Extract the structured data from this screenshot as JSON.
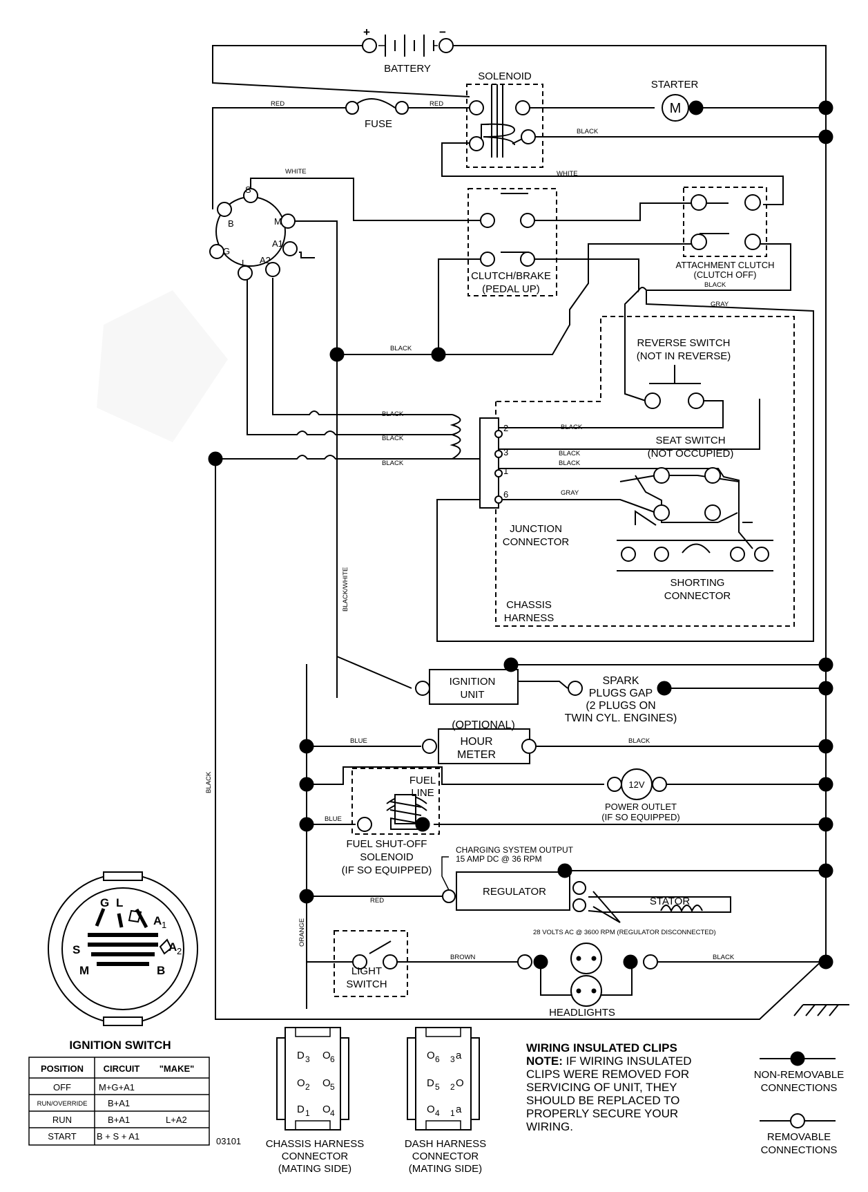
{
  "components": {
    "battery": "BATTERY",
    "battery_plus": "+",
    "battery_minus": "−",
    "solenoid": "SOLENOID",
    "starter": "STARTER",
    "starter_symbol": "M",
    "fuse": "FUSE",
    "clutch_brake": [
      "CLUTCH/BRAKE",
      "(PEDAL UP)"
    ],
    "attachment_clutch": [
      "ATTACHMENT CLUTCH",
      "(CLUTCH OFF)"
    ],
    "reverse_switch": [
      "REVERSE SWITCH",
      "(NOT IN REVERSE)"
    ],
    "seat_switch": [
      "SEAT SWITCH",
      "(NOT OCCUPIED)"
    ],
    "junction_connector": [
      "JUNCTION",
      "CONNECTOR"
    ],
    "junction_pins": [
      "2",
      "3",
      "1",
      "6"
    ],
    "shorting_connector": [
      "SHORTING",
      "CONNECTOR"
    ],
    "chassis_harness": [
      "CHASSIS",
      "HARNESS"
    ],
    "ignition_unit": [
      "IGNITION",
      "UNIT"
    ],
    "spark_plugs": [
      "SPARK",
      "PLUGS GAP",
      "(2 PLUGS ON",
      "TWIN CYL. ENGINES)"
    ],
    "hour_meter": [
      "(OPTIONAL)",
      "HOUR",
      "METER"
    ],
    "fuel_line": [
      "FUEL",
      "LINE"
    ],
    "power_outlet": [
      "POWER OUTLET",
      "(IF SO EQUIPPED)"
    ],
    "power_outlet_symbol": "12V",
    "fuel_solenoid": [
      "FUEL SHUT-OFF",
      "SOLENOID",
      "(IF SO EQUIPPED)"
    ],
    "charging_output": [
      "CHARGING SYSTEM OUTPUT",
      "15 AMP DC @ 36 RPM"
    ],
    "regulator": "REGULATOR",
    "stator": "STATOR",
    "stator_note": "28 VOLTS AC @ 3600 RPM (REGULATOR DISCONNECTED)",
    "light_switch": [
      "LIGHT",
      "SWITCH"
    ],
    "headlights": "HEADLIGHTS"
  },
  "ignition_terminals": [
    "S",
    "B",
    "G",
    "L",
    "A2",
    "A1",
    "M"
  ],
  "wire_labels": {
    "red": "RED",
    "black": "BLACK",
    "white": "WHITE",
    "gray": "GRAY",
    "blue": "BLUE",
    "orange": "ORANGE",
    "brown": "BROWN",
    "black_white": "BLACK/WHITE"
  },
  "ignition_switch": {
    "title": "IGNITION SWITCH",
    "face_labels": {
      "G": "G",
      "L": "L",
      "A1": "A",
      "A1_sub": "1",
      "A2": "A",
      "A2_sub": "2",
      "S": "S",
      "M": "M",
      "B": "B"
    },
    "headers": [
      "POSITION",
      "CIRCUIT",
      "\"MAKE\""
    ],
    "rows": [
      {
        "position": "OFF",
        "circuit": "M+G+A1",
        "make": ""
      },
      {
        "position": "RUN/OVERRIDE",
        "circuit": "B+A1",
        "make": ""
      },
      {
        "position": "RUN",
        "circuit": "B+A1",
        "make": "L+A2"
      },
      {
        "position": "START",
        "circuit": "B + S + A1",
        "make": ""
      }
    ]
  },
  "part_code": "03101",
  "chassis_connector": {
    "pins": [
      {
        "main": "D",
        "sub": "3"
      },
      {
        "main": "O",
        "sub": "6"
      },
      {
        "main": "O",
        "sub": "2"
      },
      {
        "main": "O",
        "sub": "5"
      },
      {
        "main": "D",
        "sub": "1"
      },
      {
        "main": "O",
        "sub": "4"
      }
    ],
    "caption": [
      "CHASSIS HARNESS",
      "CONNECTOR",
      "(MATING SIDE)"
    ]
  },
  "dash_connector": {
    "pins": [
      {
        "main": "O",
        "sub": "6"
      },
      {
        "main": "3",
        "sub": "a"
      },
      {
        "main": "D",
        "sub": "5"
      },
      {
        "main": "2",
        "sub": "O"
      },
      {
        "main": "O",
        "sub": "4"
      },
      {
        "main": "1",
        "sub": "a"
      }
    ],
    "caption": [
      "DASH HARNESS",
      "CONNECTOR",
      "(MATING SIDE)"
    ]
  },
  "note": {
    "title": "WIRING INSULATED CLIPS",
    "lead": "NOTE:",
    "lines": [
      " IF WIRING INSULATED",
      "CLIPS WERE REMOVED FOR",
      "SERVICING OF UNIT, THEY",
      "SHOULD BE REPLACED TO",
      "PROPERLY SECURE YOUR",
      " WIRING."
    ]
  },
  "legend": {
    "non_removable": [
      "NON-REMOVABLE",
      "CONNECTIONS"
    ],
    "removable": [
      "REMOVABLE",
      "CONNECTIONS"
    ]
  }
}
